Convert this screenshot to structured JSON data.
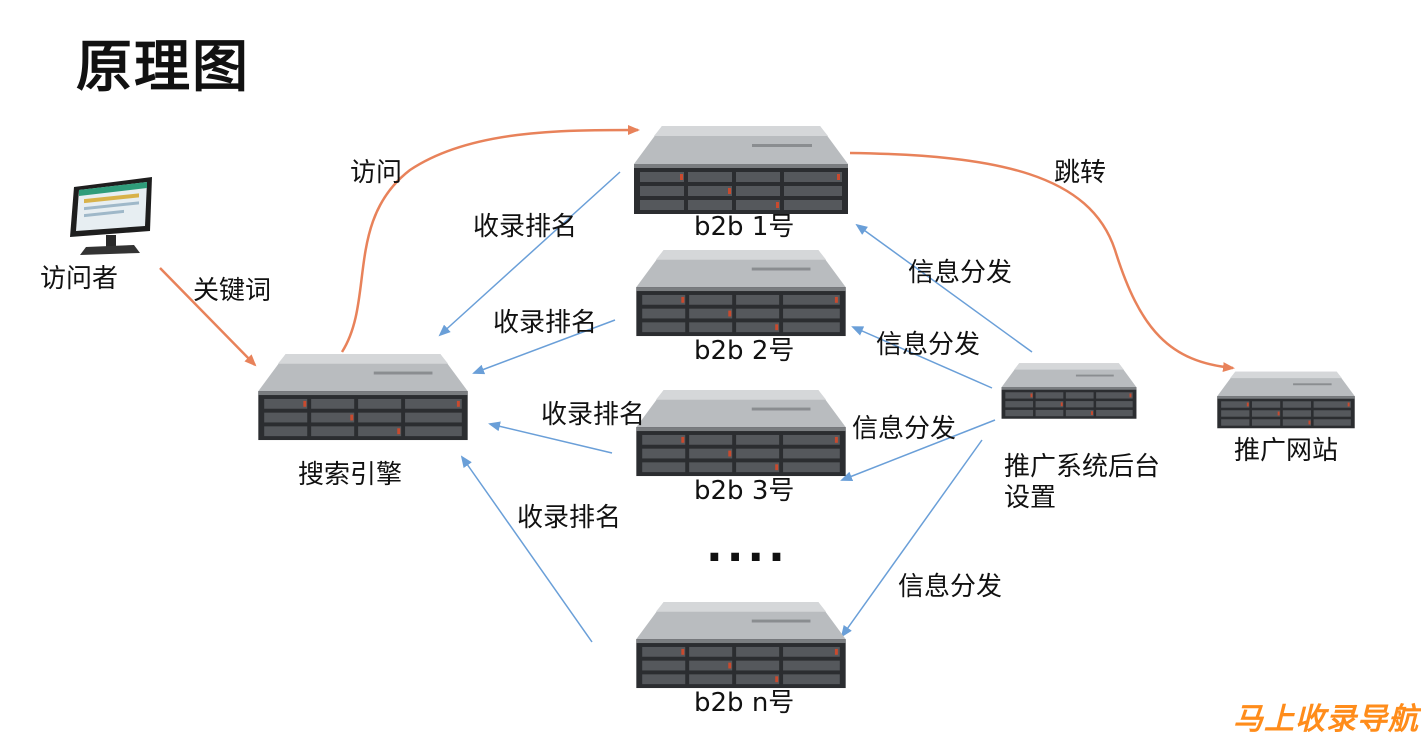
{
  "title": "原理图",
  "nodes": {
    "visitor": "访问者",
    "search_engine": "搜索引擎",
    "b2b_1": "b2b 1号",
    "b2b_2": "b2b 2号",
    "b2b_3": "b2b 3号",
    "b2b_n": "b2b n号",
    "ellipsis": "....",
    "backend": "推广系统后台设置",
    "promo_site": "推广网站"
  },
  "edges": {
    "keyword": "关键词",
    "visit": "访问",
    "jump": "跳转",
    "index_rank_1": "收录排名",
    "index_rank_2": "收录排名",
    "index_rank_3": "收录排名",
    "index_rank_n": "收录排名",
    "info_dist_1": "信息分发",
    "info_dist_2": "信息分发",
    "info_dist_3": "信息分发",
    "info_dist_n": "信息分发"
  },
  "watermark": "马上收录导航",
  "colors": {
    "orange_arrow": "#e8825a",
    "blue_arrow": "#6a9fd8",
    "watermark": "#ff8c1a"
  },
  "icons": {
    "server": "rack-server-icon",
    "monitor": "desktop-monitor-icon"
  }
}
